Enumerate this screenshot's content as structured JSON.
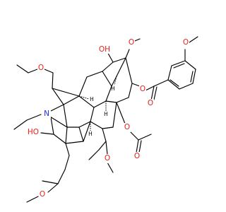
{
  "molecule": {
    "colors": {
      "oxygen": "#e8211a",
      "nitrogen": "#1d2cf0",
      "bond": "#000000"
    },
    "labels": {
      "oh_top": "OH",
      "o_methoxy_top": "O",
      "o_ester": "O",
      "o_para_methoxy": "O",
      "o_carbonyl_benzoate": "O",
      "o_methoxy_left": "O",
      "n": "N",
      "ho_left": "HO",
      "o_acetate": "O",
      "o_carbonyl_acetate": "O",
      "o_methoxy_bottom": "O",
      "o_methoxymethyl": "O",
      "h1": "H",
      "h2": "H",
      "h3": "H",
      "h4": "H"
    }
  }
}
